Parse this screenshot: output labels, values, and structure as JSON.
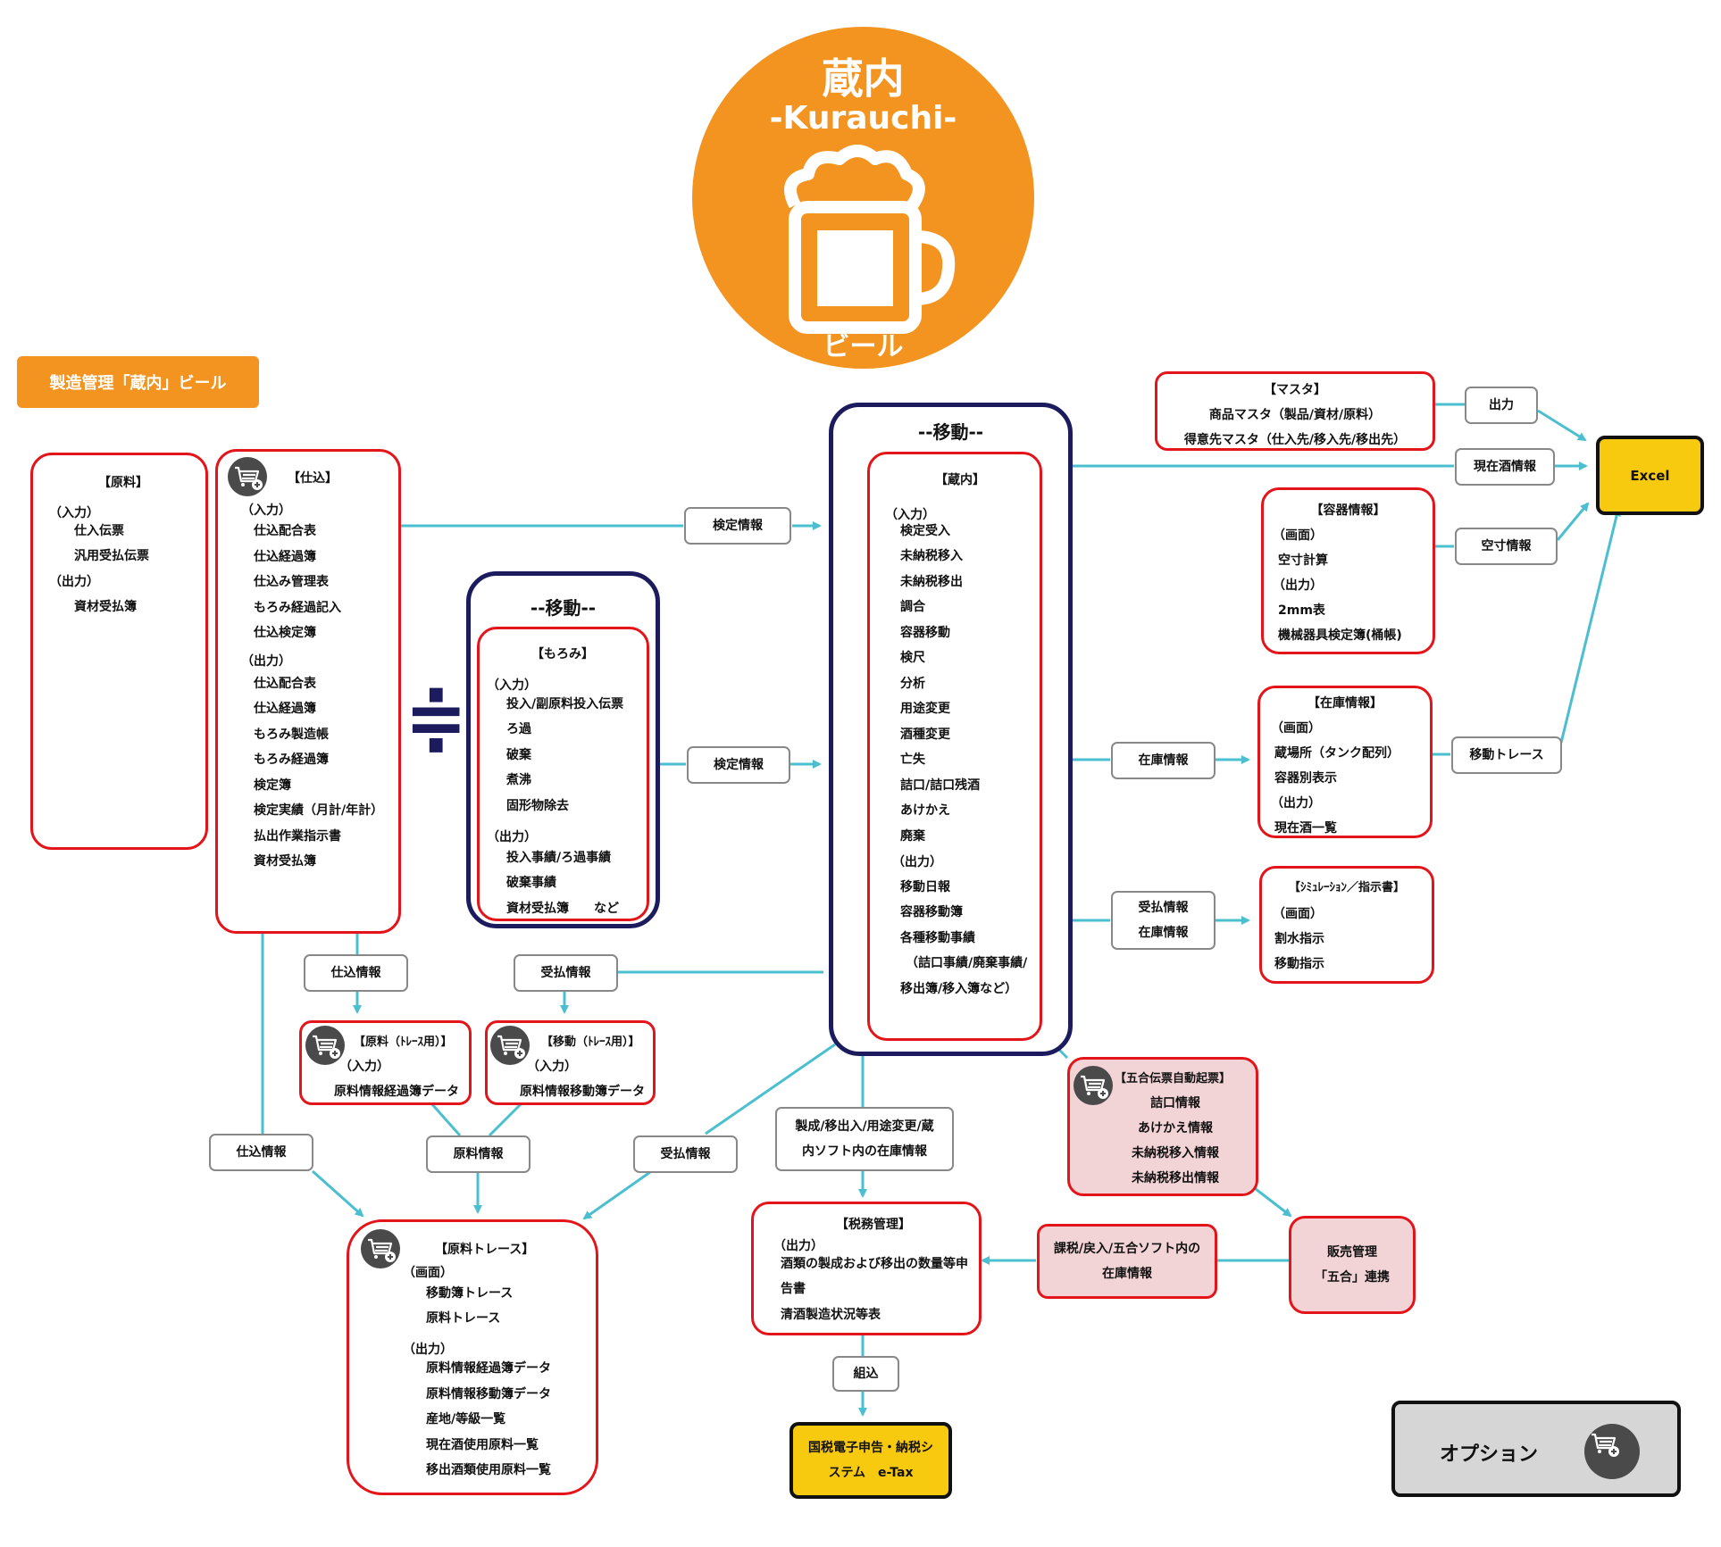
{
  "logo": {
    "title": "蔵内",
    "subtitle": "-Kurauchi-",
    "bottom": "ビール",
    "color": "#f39420"
  },
  "badge": {
    "text": "製造管理「蔵内」ビール"
  },
  "genryo": {
    "title": "【原料】",
    "in_label": "（入力）",
    "inputs": [
      "仕入伝票",
      "汎用受払伝票"
    ],
    "out_label": "（出力）",
    "outputs": [
      "資材受払簿"
    ]
  },
  "shikomi": {
    "title": "【仕込】",
    "in_label": "（入力）",
    "inputs": [
      "仕込配合表",
      "仕込経過簿",
      "仕込み管理表",
      "もろみ経過記入",
      "仕込検定簿"
    ],
    "out_label": "（出力）",
    "outputs": [
      "仕込配合表",
      "仕込経過簿",
      "もろみ製造帳",
      "もろみ経過簿",
      "検定簿",
      "検定実績（月計/年計）",
      "払出作業指示書",
      "資材受払簿"
    ]
  },
  "approx_symbol": "≑",
  "idou_small": {
    "heading": "--移動--",
    "title": "【もろみ】",
    "in_label": "（入力）",
    "inputs": [
      "投入/副原料投入伝票",
      "ろ過",
      "破棄",
      "煮沸",
      "固形物除去"
    ],
    "out_label": "（出力）",
    "outputs": [
      "投入事績/ろ過事績",
      "破棄事績",
      "資材受払簿　　など"
    ]
  },
  "idou_main": {
    "heading": "--移動--",
    "title": "【蔵内】",
    "in_label": "（入力）",
    "inputs": [
      "検定受入",
      "未納税移入",
      "未納税移出",
      "調合",
      "容器移動",
      "検尺",
      "分析",
      "用途変更",
      "酒種変更",
      "亡失",
      "詰口/詰口残酒",
      "あけかえ",
      "廃棄"
    ],
    "out_label": "（出力）",
    "outputs": [
      "移動日報",
      "容器移動簿",
      "各種移動事績",
      "（詰口事績/廃棄事績/",
      "移出簿/移入簿など）"
    ]
  },
  "master": {
    "title": "【マスタ】",
    "lines": [
      "商品マスタ（製品/資材/原料）",
      "得意先マスタ（仕入先/移入先/移出先）"
    ]
  },
  "youki": {
    "title": "【容器情報】",
    "lines": [
      "（画面）",
      "空寸計算",
      "（出力）",
      "2mm表",
      "機械器具検定簿(桶帳)"
    ]
  },
  "zaiko": {
    "title": "【在庫情報】",
    "lines": [
      "（画面）",
      "蔵場所（タンク配列）",
      "容器別表示",
      "（出力）",
      "現在酒一覧"
    ]
  },
  "sim": {
    "title": "【ｼﾐｭﾚｰｼｮﾝ／指示書】",
    "lines": [
      "（画面）",
      "割水指示",
      "移動指示"
    ]
  },
  "excel": {
    "label": "Excel"
  },
  "trace_genryo": {
    "title": "【原料（ﾄﾚｰｽ用）】",
    "lines": [
      "（入力）",
      "原料情報経過簿データ"
    ]
  },
  "trace_idou": {
    "title": "【移動（ﾄﾚｰｽ用）】",
    "lines": [
      "（入力）",
      "原料情報移動簿データ"
    ]
  },
  "gengo": {
    "title": "【五合伝票自動起票】",
    "lines": [
      "詰口情報",
      "あけかえ情報",
      "未納税移入情報",
      "未納税移出情報"
    ]
  },
  "genryo_trace": {
    "title": "【原料トレース】",
    "screen_label": "（画面）",
    "screen": [
      "移動簿トレース",
      "原料トレース"
    ],
    "out_label": "（出力）",
    "outputs": [
      "原料情報経過簿データ",
      "原料情報移動簿データ",
      "産地/等級一覧",
      "現在酒使用原料一覧",
      "移出酒類使用原料一覧"
    ]
  },
  "zeimu": {
    "title": "【税務管理】",
    "out_label": "（出力）",
    "lines": [
      "酒類の製成および移出の数量等申",
      "告書",
      "清酒製造状況等表"
    ]
  },
  "hanbai": {
    "lines": [
      "販売管理",
      "「五合」連携"
    ]
  },
  "etax": {
    "lines": [
      "国税電子申告・納税シ",
      "ステム　e-Tax"
    ]
  },
  "option": {
    "label": "オプション"
  },
  "edge_labels": {
    "kentei1": "検定情報",
    "kentei2": "検定情報",
    "shutsuryoku": "出力",
    "genzaishu": "現在酒情報",
    "kusun": "空寸情報",
    "idou_trace": "移動トレース",
    "zaiko_info": "在庫情報",
    "ukeharai_zaiko": [
      "受払情報",
      "在庫情報"
    ],
    "shikomi_info1": "仕込情報",
    "ukeharai1": "受払情報",
    "shikomi_info2": "仕込情報",
    "genryo_info": "原料情報",
    "ukeharai2": "受払情報",
    "seisei": [
      "製成/移出入/用途変更/蔵",
      "内ソフト内の在庫情報"
    ],
    "kazei": [
      "課税/戻入/五合ソフト内の",
      "在庫情報"
    ],
    "kumikomi": "組込"
  },
  "colors": {
    "arrow": "#4bbfcf",
    "red_border": "#e3151a",
    "navy_border": "#1b1b5e",
    "orange": "#f39420",
    "gold": "#f7c90f",
    "pink": "#f2d3d6",
    "option_bg": "#d6d6d6"
  }
}
